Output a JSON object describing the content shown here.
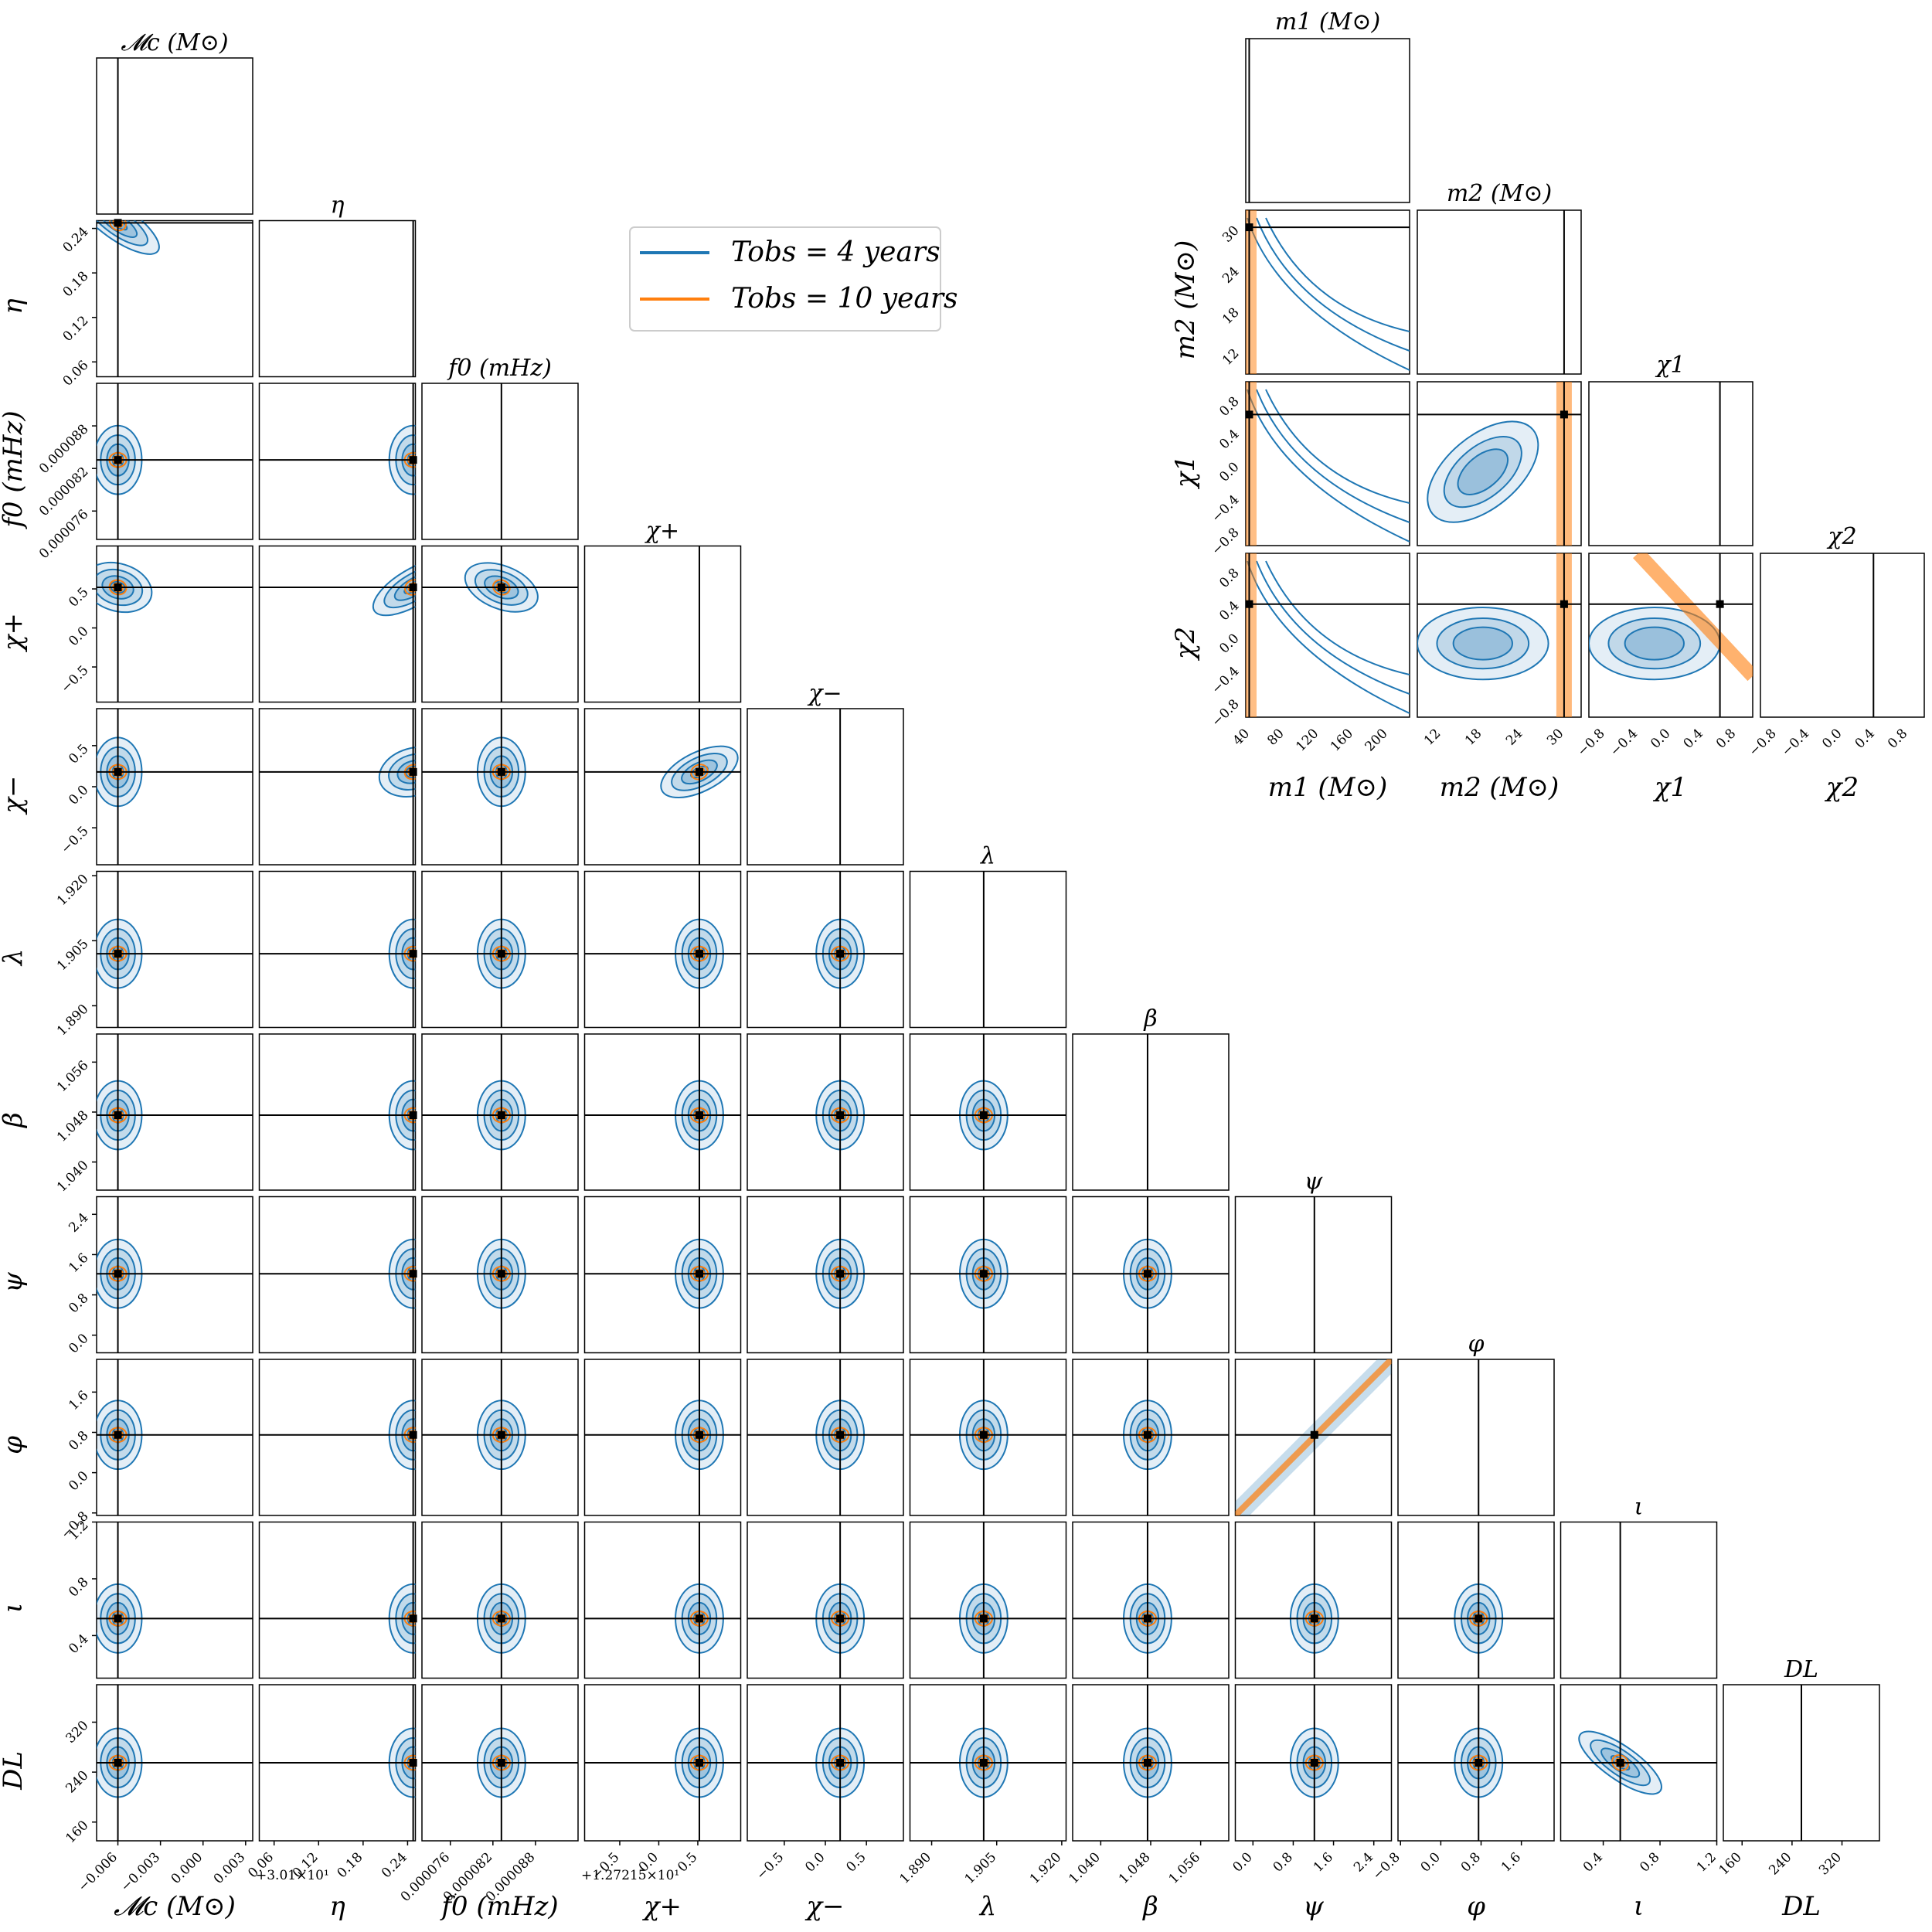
{
  "chart_data": [
    {
      "type": "corner",
      "name_id": "main",
      "params": [
        {
          "key": "Mc",
          "symbol": "𝓜c",
          "title": "𝓜c (M⊙)",
          "label": "𝓜c (M⊙)",
          "range": [
            -0.0075,
            0.0035
          ],
          "truth": -0.006,
          "ticks": [
            -0.006,
            -0.003,
            0.0,
            0.003
          ],
          "ticklabels": [
            "−0.006",
            "−0.003",
            "0.000",
            "0.003"
          ],
          "offset": "+3.01×10¹"
        },
        {
          "key": "eta",
          "symbol": "η",
          "title": "η",
          "label": "η",
          "range": [
            0.04,
            0.2505
          ],
          "truth": 0.2475,
          "ticks": [
            0.06,
            0.12,
            0.18,
            0.24
          ],
          "ticklabels": [
            "0.06",
            "0.12",
            "0.18",
            "0.24"
          ]
        },
        {
          "key": "f0",
          "symbol": "f0 (mHz)",
          "title": "f0 (mHz)",
          "label": "f0 (mHz)",
          "range": [
            7.2e-05,
            9.4e-05
          ],
          "truth": 8.32e-05,
          "ticks": [
            7.6e-05,
            8.2e-05,
            8.8e-05
          ],
          "ticklabels": [
            "0.000076",
            "0.000082",
            "0.000088"
          ],
          "offset": "+1.27215×10¹"
        },
        {
          "key": "chip",
          "symbol": "χ+",
          "title": "χ+",
          "label": "χ+",
          "range": [
            -0.95,
            1.05
          ],
          "truth": 0.52,
          "ticks": [
            -0.5,
            0.0,
            0.5
          ],
          "ticklabels": [
            "−0.5",
            "0.0",
            "0.5"
          ]
        },
        {
          "key": "chim",
          "symbol": "χ−",
          "title": "χ−",
          "label": "χ−",
          "range": [
            -0.95,
            0.95
          ],
          "truth": 0.18,
          "ticks": [
            -0.5,
            0.0,
            0.5
          ],
          "ticklabels": [
            "−0.5",
            "0.0",
            "0.5"
          ]
        },
        {
          "key": "lam",
          "symbol": "λ",
          "title": "λ",
          "label": "λ",
          "range": [
            1.885,
            1.921
          ],
          "truth": 1.902,
          "ticks": [
            1.89,
            1.905,
            1.92
          ],
          "ticklabels": [
            "1.890",
            "1.905",
            "1.920"
          ]
        },
        {
          "key": "beta",
          "symbol": "β",
          "title": "β",
          "label": "β",
          "range": [
            1.0355,
            1.0605
          ],
          "truth": 1.0475,
          "ticks": [
            1.04,
            1.048,
            1.056
          ],
          "ticklabels": [
            "1.040",
            "1.048",
            "1.056"
          ]
        },
        {
          "key": "psi",
          "symbol": "ψ",
          "title": "ψ",
          "label": "ψ",
          "range": [
            -0.35,
            2.75
          ],
          "truth": 1.22,
          "ticks": [
            0.0,
            0.8,
            1.6,
            2.4
          ],
          "ticklabels": [
            "0.0",
            "0.8",
            "1.6",
            "2.4"
          ]
        },
        {
          "key": "phi",
          "symbol": "φ",
          "title": "φ",
          "label": "φ",
          "range": [
            -0.85,
            2.25
          ],
          "truth": 0.75,
          "ticks": [
            -0.8,
            0.0,
            0.8,
            1.6
          ],
          "ticklabels": [
            "−0.8",
            "0.0",
            "0.8",
            "1.6"
          ]
        },
        {
          "key": "iota",
          "symbol": "ι",
          "title": "ι",
          "label": "ι",
          "range": [
            0.1,
            1.2
          ],
          "truth": 0.52,
          "ticks": [
            0.4,
            0.8,
            1.2
          ],
          "ticklabels": [
            "0.4",
            "0.8",
            "1.2"
          ]
        },
        {
          "key": "DL",
          "symbol": "DL",
          "title": "DL",
          "label": "DL",
          "range": [
            130,
            380
          ],
          "truth": 255,
          "ticks": [
            160,
            240,
            320
          ],
          "ticklabels": [
            "160",
            "240",
            "320"
          ]
        }
      ],
      "correlations": [
        [
          1,
          0,
          -0.7
        ],
        [
          3,
          0,
          -0.3
        ],
        [
          3,
          1,
          0.6
        ],
        [
          3,
          2,
          -0.4
        ],
        [
          4,
          1,
          0.3
        ],
        [
          4,
          3,
          0.5
        ],
        [
          10,
          9,
          -0.7
        ],
        [
          8,
          7,
          0.99
        ]
      ],
      "series": [
        {
          "name": "T_obs = 4 years",
          "color": "#1f77b4"
        },
        {
          "name": "T_obs = 10 years",
          "color": "#ff7f0e"
        }
      ]
    },
    {
      "type": "corner",
      "name_id": "inset",
      "params": [
        {
          "key": "m1",
          "title": "m1 (M⊙)",
          "label": "m1 (M⊙)",
          "range": [
            35,
            225
          ],
          "truth": 39,
          "ticks": [
            40,
            80,
            120,
            160,
            200
          ],
          "ticklabels": [
            "40",
            "80",
            "120",
            "160",
            "200"
          ]
        },
        {
          "key": "m2",
          "title": "m2 (M⊙)",
          "label": "m2 (M⊙)",
          "range": [
            8.5,
            32.5
          ],
          "truth": 30,
          "ticks": [
            12,
            18,
            24,
            30
          ],
          "ticklabels": [
            "12",
            "18",
            "24",
            "30"
          ]
        },
        {
          "key": "chi1",
          "title": "χ1",
          "label": "χ1",
          "range": [
            -1.0,
            1.0
          ],
          "truth": 0.6,
          "ticks": [
            -0.8,
            -0.4,
            0.0,
            0.4,
            0.8
          ],
          "ticklabels": [
            "−0.8",
            "−0.4",
            "0.0",
            "0.4",
            "0.8"
          ]
        },
        {
          "key": "chi2",
          "title": "χ2",
          "label": "χ2",
          "range": [
            -1.0,
            1.0
          ],
          "truth": 0.38,
          "ticks": [
            -0.8,
            -0.4,
            0.0,
            0.4,
            0.8
          ],
          "ticklabels": [
            "−0.8",
            "−0.4",
            "0.0",
            "0.4",
            "0.8"
          ]
        }
      ]
    }
  ],
  "legend": {
    "items": [
      {
        "label": "T_obs = 4 years",
        "display": "Tobs = 4 years",
        "color": "#1f77b4"
      },
      {
        "label": "T_obs = 10 years",
        "display": "Tobs = 10 years",
        "color": "#ff7f0e"
      }
    ]
  },
  "colors": {
    "series_4yr": "#1f77b4",
    "series_10yr": "#ff7f0e",
    "truth": "#000000"
  }
}
